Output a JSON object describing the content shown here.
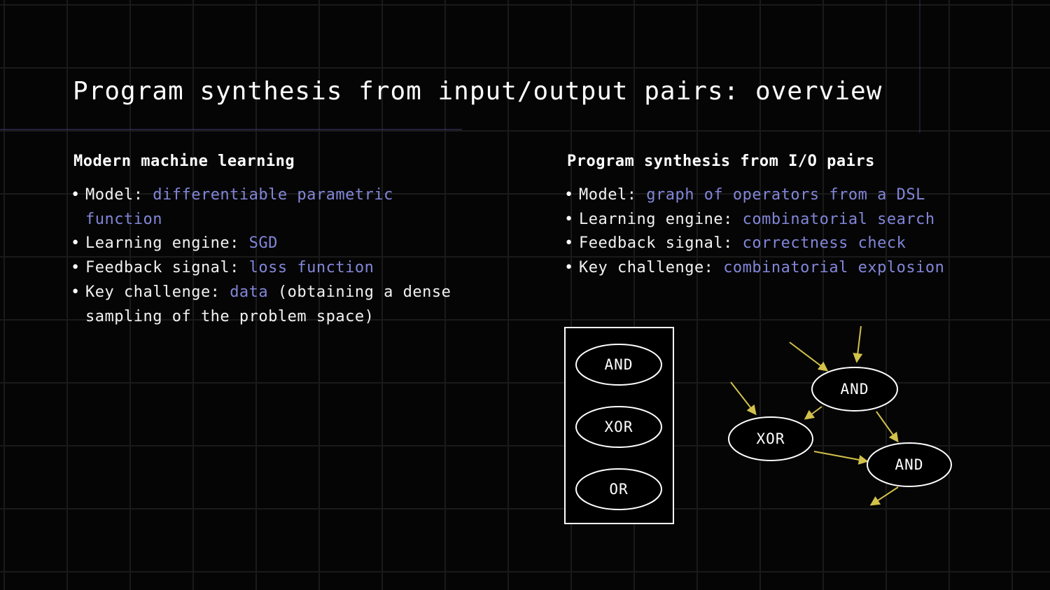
{
  "slide": {
    "title": "Program synthesis from input/output pairs: overview"
  },
  "columns": {
    "left": {
      "heading": "Modern machine learning",
      "bullets": [
        {
          "label": "Model: ",
          "value": "differentiable parametric function",
          "suffix": ""
        },
        {
          "label": "Learning engine: ",
          "value": "SGD",
          "suffix": ""
        },
        {
          "label": "Feedback signal: ",
          "value": "loss function",
          "suffix": ""
        },
        {
          "label": "Key challenge: ",
          "value": "data",
          "suffix": " (obtaining a dense sampling of the problem space)"
        }
      ]
    },
    "right": {
      "heading": "Program synthesis from I/O pairs",
      "bullets": [
        {
          "label": "Model: ",
          "value": "graph of operators from a DSL",
          "suffix": ""
        },
        {
          "label": "Learning engine: ",
          "value": "combinatorial search",
          "suffix": ""
        },
        {
          "label": "Feedback signal: ",
          "value": "correctness check",
          "suffix": ""
        },
        {
          "label": "Key challenge: ",
          "value": "combinatorial explosion",
          "suffix": ""
        }
      ]
    }
  },
  "diagram": {
    "dsl_box_operators": [
      "AND",
      "XOR",
      "OR"
    ],
    "graph_nodes": [
      "AND",
      "XOR",
      "AND"
    ]
  },
  "theme": {
    "background": "#050505",
    "grid_line": "#1a1a1a",
    "text": "#ffffff",
    "accent_purple": "#8286d8",
    "arrow_yellow": "#d2c14b",
    "node_stroke": "#ffffff"
  }
}
